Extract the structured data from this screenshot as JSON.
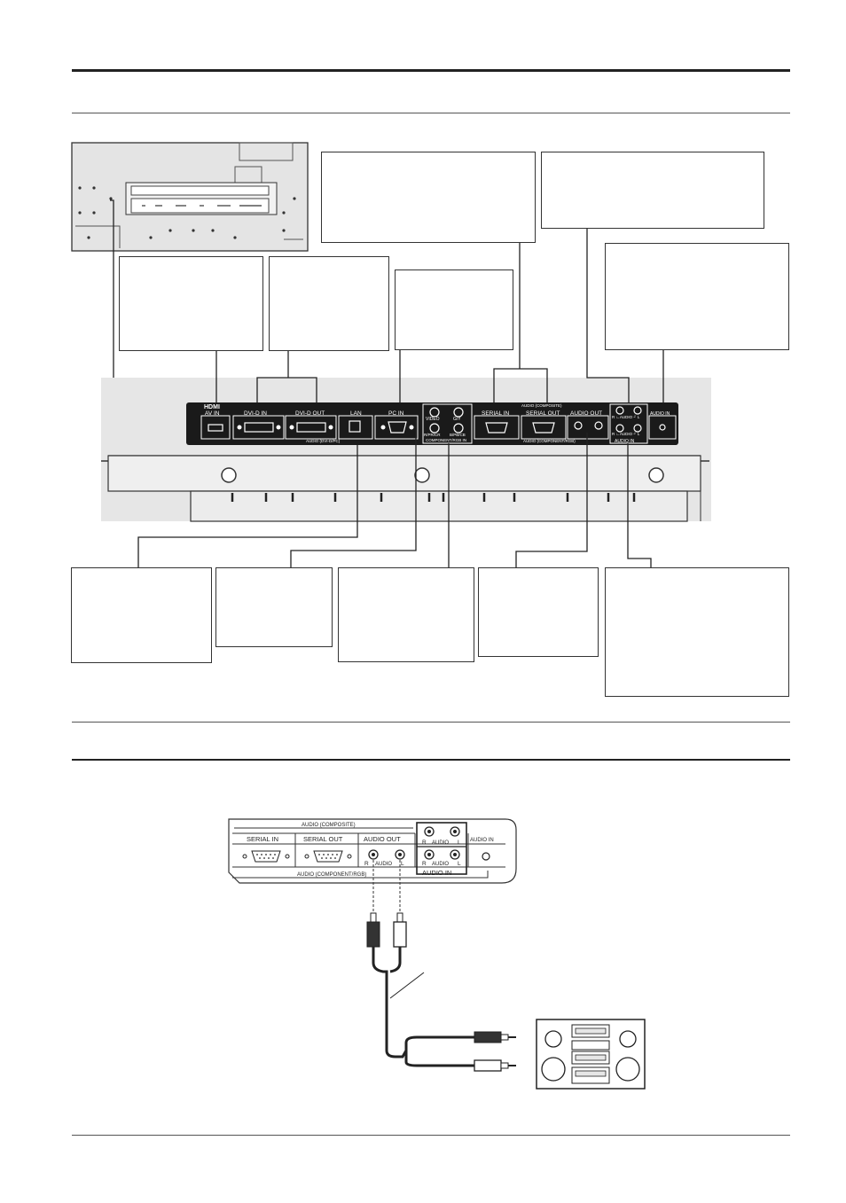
{
  "panel": {
    "hdmi_logo": "HDMI",
    "av_in": "AV IN",
    "dvid_in": "DVI-D IN",
    "dvid_out": "DVI-D OUT",
    "lan": "LAN",
    "pc_in": "PC IN",
    "video": "VIDEO",
    "g_y": "G/Y",
    "rpr_cr": "R/PR/CR",
    "bpb_cb": "B/PB/CB",
    "component_rgb_in": "COMPONENT/RGB IN",
    "serial_in": "SERIAL IN",
    "serial_out": "SERIAL OUT",
    "audio_out": "AUDIO OUT",
    "audio_composite": "AUDIO (COMPOSITE)",
    "audio_component_rgb": "AUDIO (COMPONENT/RGB)",
    "audio_dvid_pc": "AUDIO (DVI-D/PC)",
    "audio_in": "AUDIO IN",
    "r_audio_l": "R ∟AUDIO ┘ L"
  },
  "detail": {
    "audio_composite": "AUDIO (COMPOSITE)",
    "serial_in": "SERIAL IN",
    "serial_out": "SERIAL OUT",
    "audio_out": "AUDIO OUT",
    "audio_in_top": "AUDIO IN",
    "r_left": "R",
    "audio_mid": "AUDIO",
    "l_right": "L",
    "audio_component_rgb": "AUDIO (COMPONENT/RGB)",
    "audio_in_bottom": "AUDIO IN"
  },
  "colors": {
    "ink": "#222222",
    "panel_gray": "#e6e6e6",
    "port_bar": "#1a1a1a"
  }
}
